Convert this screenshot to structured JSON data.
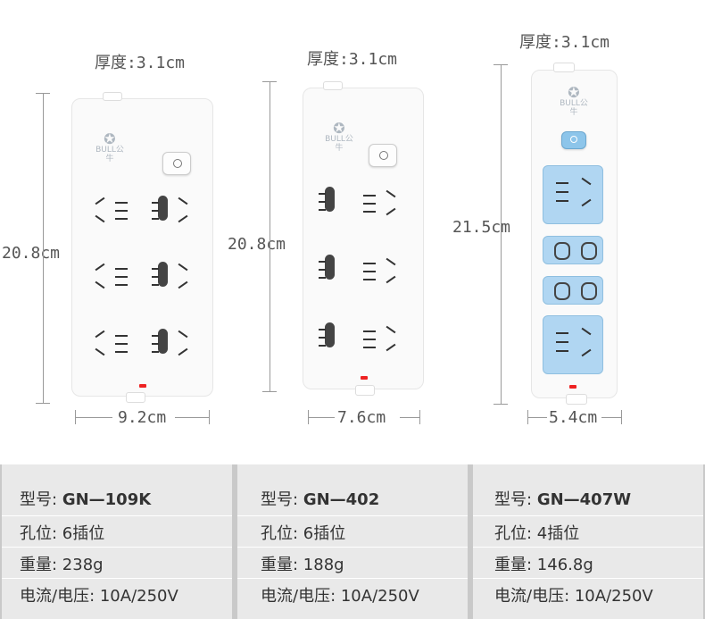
{
  "products": [
    {
      "thickness": "厚度:3.1cm",
      "height": "20.8cm",
      "width": "9.2cm",
      "brand": "BULL公牛",
      "specs": {
        "model_label": "型号:",
        "model": "GN—109K",
        "holes": "孔位: 6插位",
        "weight": "重量: 238g",
        "rating": "电流/电压: 10A/250V"
      }
    },
    {
      "thickness": "厚度:3.1cm",
      "height": "20.8cm",
      "width": "7.6cm",
      "brand": "BULL公牛",
      "specs": {
        "model_label": "型号:",
        "model": "GN—402",
        "holes": "孔位: 6插位",
        "weight": "重量: 188g",
        "rating": "电流/电压: 10A/250V"
      }
    },
    {
      "thickness": "厚度:3.1cm",
      "height": "21.5cm",
      "width": "5.4cm",
      "brand": "BULL公牛",
      "specs": {
        "model_label": "型号:",
        "model": "GN—407W",
        "holes": "孔位: 4插位",
        "weight": "重量: 146.8g",
        "rating": "电流/电压: 10A/250V"
      }
    }
  ],
  "colors": {
    "table_bg": "#e9e9e9",
    "outlet_blue": "#b0d6f2",
    "indicator_red": "#e22222"
  }
}
